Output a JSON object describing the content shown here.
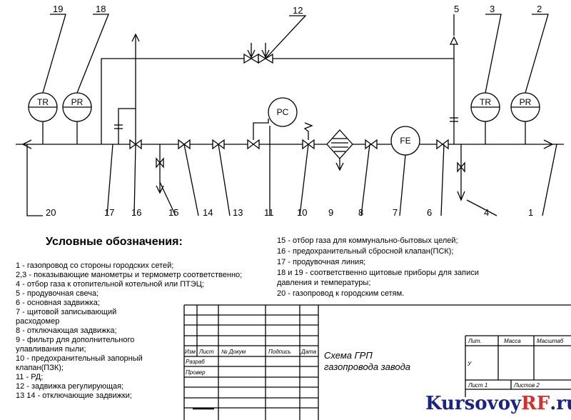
{
  "callouts": {
    "n19": "19",
    "n18": "18",
    "n12": "12",
    "n5": "5",
    "n3": "3",
    "n2": "2",
    "n20": "20",
    "n17": "17",
    "n16": "16",
    "n15": "15",
    "n14": "14",
    "n13": "13",
    "n11": "11",
    "n10": "10",
    "n9": "9",
    "n8": "8",
    "n7": "7",
    "n6": "6",
    "n4": "4",
    "n1": "1"
  },
  "instruments": {
    "tr_left": "TR",
    "pr_left": "PR",
    "pc": "PC",
    "fe": "FE",
    "tr_right": "TR",
    "pr_right": "PR"
  },
  "legend": {
    "title": "Условные обозначения:",
    "left": [
      "1 - газопровод со стороны городских сетей;",
      "2,3 - показывающие манометры и термометр соответственно;",
      "4 - отбор газа к отопительной котельной или ПТЭЦ;",
      "5 - продувочная свеча;",
      "6 - основная задвижка;",
      "7 - щитовой записывающий",
      "расходомер",
      "8 - отключающая задвижка;",
      "9 - фильтр для дополнительного",
      "улавливания пыли;",
      "10 - предохранительный запорный",
      "клапан(ПЗК);",
      "11 - РД;",
      "12 - задвижка регулирующая;",
      "13 14 - отключающие задвижки;"
    ],
    "right": [
      "15 - отбор газа для коммунально-бытовых целей;",
      "16 - предохранительный сбросной клапан(ПСК);",
      "17 - продувочная линия;",
      "18 и 19 - соответственно щитовые приборы для записи",
      "давления и температуры;",
      "20 - газопровод к городским сетям."
    ]
  },
  "stamp": {
    "izm": "Изм",
    "list": "Лист",
    "ndoc": "№ Докум",
    "podpis": "Подпись",
    "data": "Дата",
    "razrab": "Разраб",
    "prover": "Провер",
    "title_line1": "Схема ГРП",
    "title_line2": "газопровода завода",
    "lit": "Лит.",
    "massa": "Масса",
    "masshtab": "Масштаб",
    "u": "У",
    "list1": "Лист 1",
    "listov": "Листов 2"
  },
  "watermark": {
    "part1": "Kursovoy",
    "part2": "RF",
    "part3": ".ru"
  }
}
